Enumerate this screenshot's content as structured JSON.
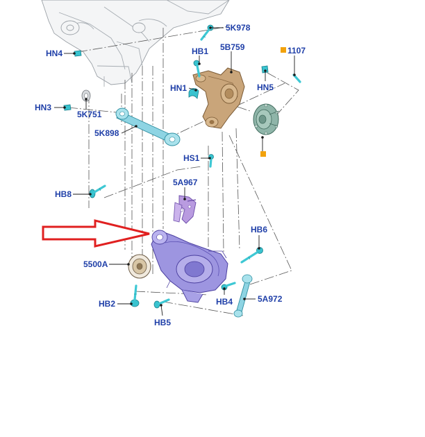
{
  "diagram": {
    "labels": {
      "hn4": "HN4",
      "k978": "5K978",
      "hb1": "HB1",
      "b759": "5B759",
      "p1107": "1107",
      "hn1": "HN1",
      "hn5": "HN5",
      "hn3": "HN3",
      "k751": "5K751",
      "k898": "5K898",
      "hs1": "HS1",
      "hb8": "HB8",
      "a967": "5A967",
      "hb6": "HB6",
      "a5500": "5500A",
      "hb4": "HB4",
      "a972": "5A972",
      "hb2": "HB2",
      "hb5": "HB5"
    },
    "colors": {
      "label_text": "#1f3fa8",
      "fastener": "#39c3cf",
      "knuckle": "#c9a57a",
      "hub": "#8fb5a9",
      "lower_arm": "#9d95e0",
      "link": "#8ed4e3",
      "bracket": "#b99be0",
      "callout_marker": "#f2a20c",
      "arrow_outline": "#e02020"
    },
    "icons": {
      "callout_marker": "square-marker-icon",
      "pointer": "arrow-right-icon"
    }
  }
}
